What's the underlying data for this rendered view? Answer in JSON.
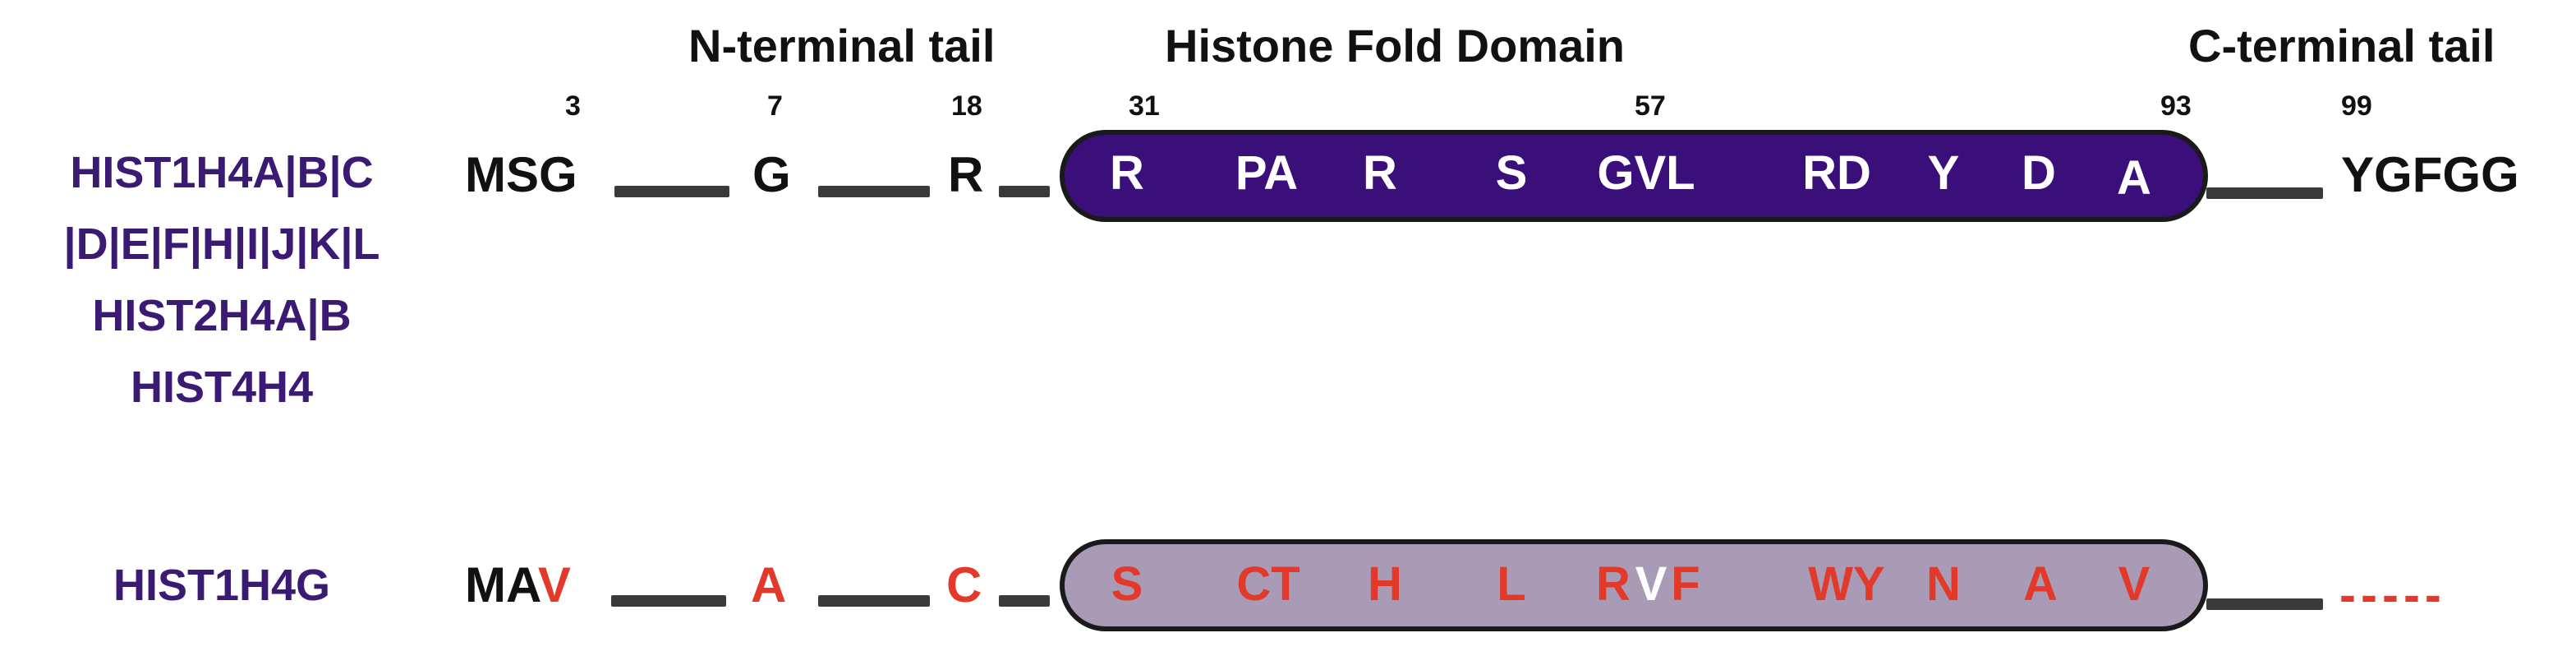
{
  "headers": {
    "n_terminal": "N-terminal tail",
    "fold": "Histone Fold Domain",
    "c_terminal": "C-terminal tail"
  },
  "positions": [
    "3",
    "7",
    "18",
    "31",
    "57",
    "93",
    "99"
  ],
  "rows": {
    "top": {
      "gene_lines": [
        "HIST1H4A|B|C",
        "|D|E|F|H|I|J|K|L",
        "HIST2H4A|B",
        "HIST4H4"
      ],
      "prefix": "MSG",
      "g7": "G",
      "r18": "R",
      "fold_letters": [
        "R",
        "PA",
        "R",
        "S",
        "GVL",
        "RD",
        "Y",
        "D",
        "A"
      ],
      "suffix": "YGFGG"
    },
    "bottom": {
      "gene": "HIST1H4G",
      "prefix_black": "MA",
      "prefix_red": "V",
      "a7": "A",
      "c18": "C",
      "fold_letters": [
        "S",
        "CT",
        "H",
        "L",
        "R",
        "V",
        "F",
        "WY",
        "N",
        "A",
        "V"
      ],
      "suffix": "-----"
    }
  },
  "colors": {
    "gene_label": "#3b1a73",
    "fold_fill": "#3b0f7a",
    "mutant_fold_fill": "#a99bb6",
    "mutation": "#e3392b"
  }
}
